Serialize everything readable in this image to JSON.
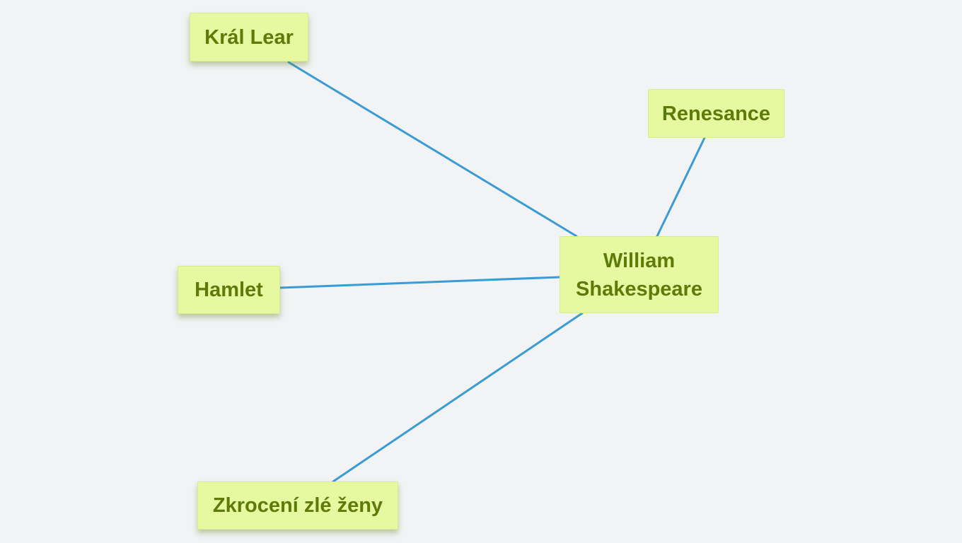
{
  "mindmap": {
    "root": {
      "label": "William Shakespeare"
    },
    "topics": [
      {
        "id": "kral-lear",
        "label": "Král Lear"
      },
      {
        "id": "renesance",
        "label": "Renesance"
      },
      {
        "id": "hamlet",
        "label": "Hamlet"
      },
      {
        "id": "zkroceni",
        "label": "Zkrocení zlé ženy"
      }
    ]
  },
  "colors": {
    "background": "#f1f3f5",
    "node_fill": "#e6f8a0",
    "node_text": "#5e7b0a",
    "connector": "#3b9bd3"
  }
}
